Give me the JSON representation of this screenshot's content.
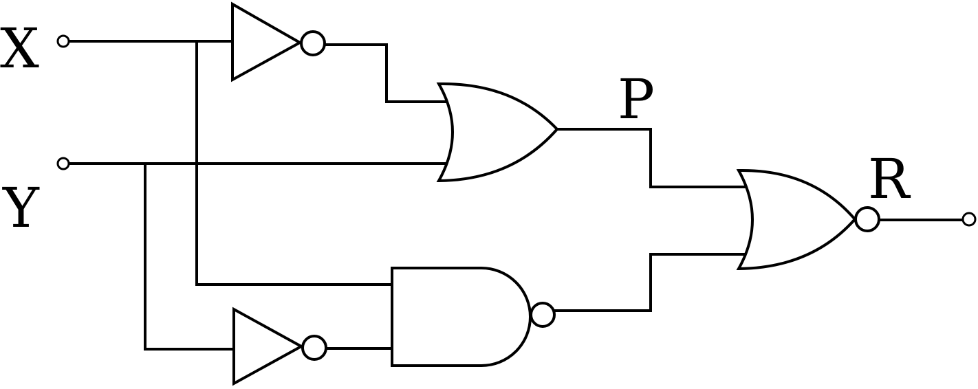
{
  "labels": {
    "input_x": "X",
    "input_y": "Y",
    "node_p": "P",
    "output_r": "R"
  }
}
